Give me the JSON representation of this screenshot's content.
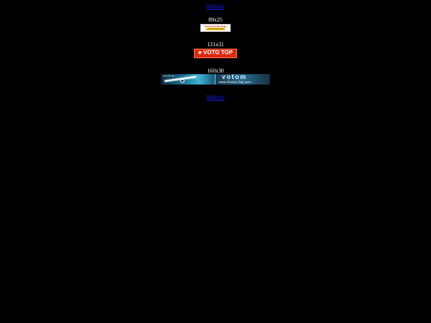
{
  "top_link": {
    "label": "Indietro"
  },
  "sections": [
    {
      "size_label": "89x25",
      "banner": {
        "line1": "Vota più belle blogs",
        "line2": "VOTO-TOP.COM"
      }
    },
    {
      "size_label": "131x31",
      "banner": {
        "hand_icon": "☛",
        "text": "VOTO TOP"
      }
    },
    {
      "size_label": "160x30",
      "banner": {
        "left_text": "vote for us",
        "logo_text": "votom",
        "site_text": "www.Nuovo-Top.com"
      }
    }
  ],
  "bottom_link": {
    "label": "Indietro"
  },
  "colors": {
    "background": "#000000",
    "link": "#1a1aff",
    "voto_banner": "#dd2a10"
  }
}
